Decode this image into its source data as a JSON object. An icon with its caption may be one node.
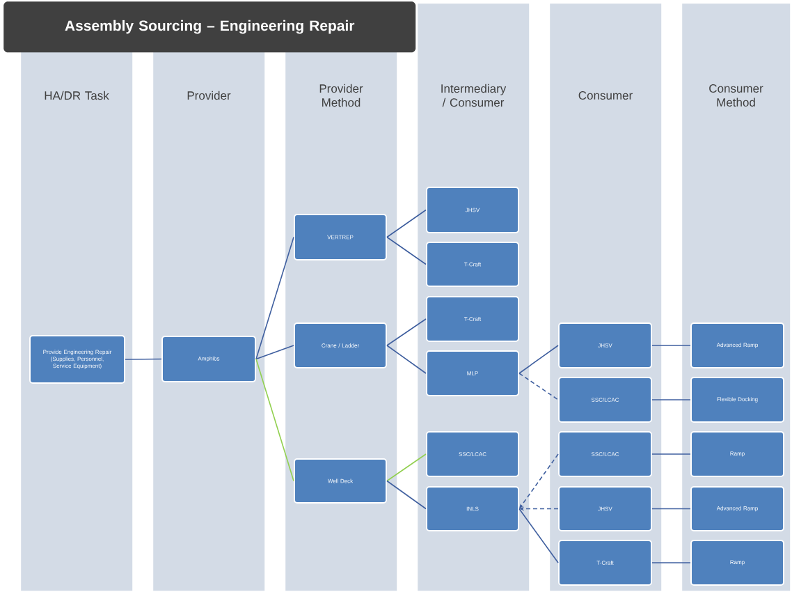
{
  "diagram": {
    "title": "Assembly Sourcing – Engineering Repair",
    "nodes": [
      {
        "text": [
          "HA/DR Task"
        ]
      },
      {
        "text": [
          "Provider"
        ]
      },
      {
        "text": [
          "Provider Method"
        ]
      },
      {
        "text": [
          "Intermediary / Consumer"
        ]
      },
      {
        "text": [
          "Consumer"
        ]
      },
      {
        "text": [
          "Consumer Method"
        ]
      },
      {
        "text": [
          "Provide Engineering Repair (Supplies, Personnel, Service Equipment)"
        ],
        "in": 0
      },
      {
        "text": [
          "Amphibs"
        ],
        "in": 1
      },
      {
        "text": [
          "VERTREP"
        ],
        "in": 2
      },
      {
        "text": [
          "Crane / Ladder"
        ],
        "in": 2
      },
      {
        "text": [
          "Well Deck"
        ],
        "in": 2
      },
      {
        "text": [
          "JHSV"
        ],
        "in": 3
      },
      {
        "text": [
          "T-Craft"
        ],
        "in": 3
      },
      {
        "text": [
          "T-Craft"
        ],
        "in": 3
      },
      {
        "text": [
          "MLP"
        ],
        "in": 3
      },
      {
        "text": [
          "SSC/LCAC"
        ],
        "in": 3
      },
      {
        "text": [
          "INLS"
        ],
        "in": 3
      },
      {
        "text": [
          "JHSV"
        ],
        "in": 4
      },
      {
        "text": [
          "SSC/LCAC"
        ],
        "in": 4
      },
      {
        "text": [
          "SSC/LCAC"
        ],
        "in": 4
      },
      {
        "text": [
          "JHSV"
        ],
        "in": 4
      },
      {
        "text": [
          "T-Craft"
        ],
        "in": 4
      },
      {
        "text": [
          "Advanced Ramp"
        ],
        "in": 5
      },
      {
        "text": [
          "Flexible Docking"
        ],
        "in": 5
      },
      {
        "text": [
          "Ramp"
        ],
        "in": 5
      },
      {
        "text": [
          "Advanced Ramp"
        ],
        "in": 5
      },
      {
        "text": [
          "Ramp"
        ],
        "in": 5
      }
    ],
    "edges": [
      {
        "from": 6,
        "to": 7,
        "arrow": "none"
      },
      {
        "from": 7,
        "to": 8,
        "arrow": "none"
      },
      {
        "from": 7,
        "to": 9,
        "arrow": "none"
      },
      {
        "from": 7,
        "to": 10,
        "arrow": "none",
        "color": "#92d050"
      },
      {
        "from": 8,
        "to": 11,
        "arrow": "none"
      },
      {
        "from": 8,
        "to": 12,
        "arrow": "none"
      },
      {
        "from": 9,
        "to": 13,
        "arrow": "none"
      },
      {
        "from": 9,
        "to": 14,
        "arrow": "none"
      },
      {
        "from": 10,
        "to": 15,
        "arrow": "none",
        "color": "#92d050"
      },
      {
        "from": 10,
        "to": 16,
        "arrow": "none"
      },
      {
        "from": 14,
        "to": 17,
        "arrow": "none"
      },
      {
        "from": 14,
        "to": 18,
        "arrow": "none",
        "style": "dashed"
      },
      {
        "from": 19,
        "to": 16,
        "arrow": "to",
        "style": "dashed"
      },
      {
        "from": 20,
        "to": 16,
        "arrow": "to",
        "style": "dashed"
      },
      {
        "from": 16,
        "to": 21,
        "arrow": "none"
      },
      {
        "from": 17,
        "to": 22,
        "arrow": "none"
      },
      {
        "from": 18,
        "to": 23,
        "arrow": "none"
      },
      {
        "from": 19,
        "to": 24,
        "arrow": "none"
      },
      {
        "from": 20,
        "to": 25,
        "arrow": "none"
      },
      {
        "from": 21,
        "to": 26,
        "arrow": "none"
      }
    ]
  }
}
